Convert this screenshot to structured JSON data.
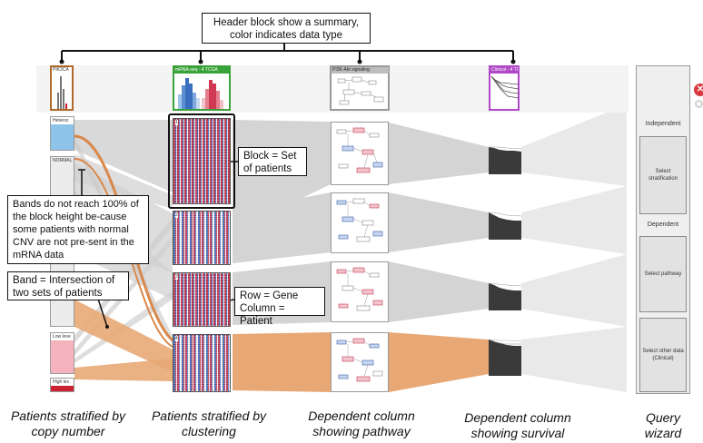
{
  "callouts": {
    "header": "Header block show a summary, color indicates data type",
    "block": "Block = Set of patients",
    "bands": "Bands do not reach 100% of the block height be-cause some patients with normal CNV are not pre-sent in the mRNA data",
    "band": "Band = Intersection of two sets of patients",
    "row": "Row = Gene Column = Patient"
  },
  "headers": {
    "pik3ca": "PIK3CA",
    "mrna": "mRNA-seq - 4 TCGA",
    "pathway": "PI3K-Akt signaling",
    "clinical": "Clinical - 4 TC"
  },
  "cnv_blocks": {
    "heterozygous": "Heteroz",
    "normal": "NORMAL",
    "low_level": "Low leve",
    "high_level": "High lev"
  },
  "cluster_labels": [
    "1",
    "2",
    "3",
    "4"
  ],
  "wizard": {
    "independent": "Independent",
    "select_stratification": "Select stratification",
    "dependent": "Dependent",
    "select_pathway": "Select pathway",
    "select_other": "Select other data (Clinical)"
  },
  "captions": {
    "col1": "Patients stratified by copy number",
    "col2": "Patients stratified by clustering",
    "col3": "Dependent column showing pathway",
    "col4": "Dependent column showing survival",
    "col5": "Query wizard"
  },
  "colors": {
    "cnv": "#b06a2a",
    "mrna": "#3aa23a",
    "pathway": "#9a9a9a",
    "clinical": "#b048c8",
    "band_gray": "#cfcfcf",
    "band_orange": "#e8a876",
    "heterozygous_fill": "#8ec3ea",
    "low_fill": "#f4b3bd",
    "high_fill": "#cc2233"
  }
}
